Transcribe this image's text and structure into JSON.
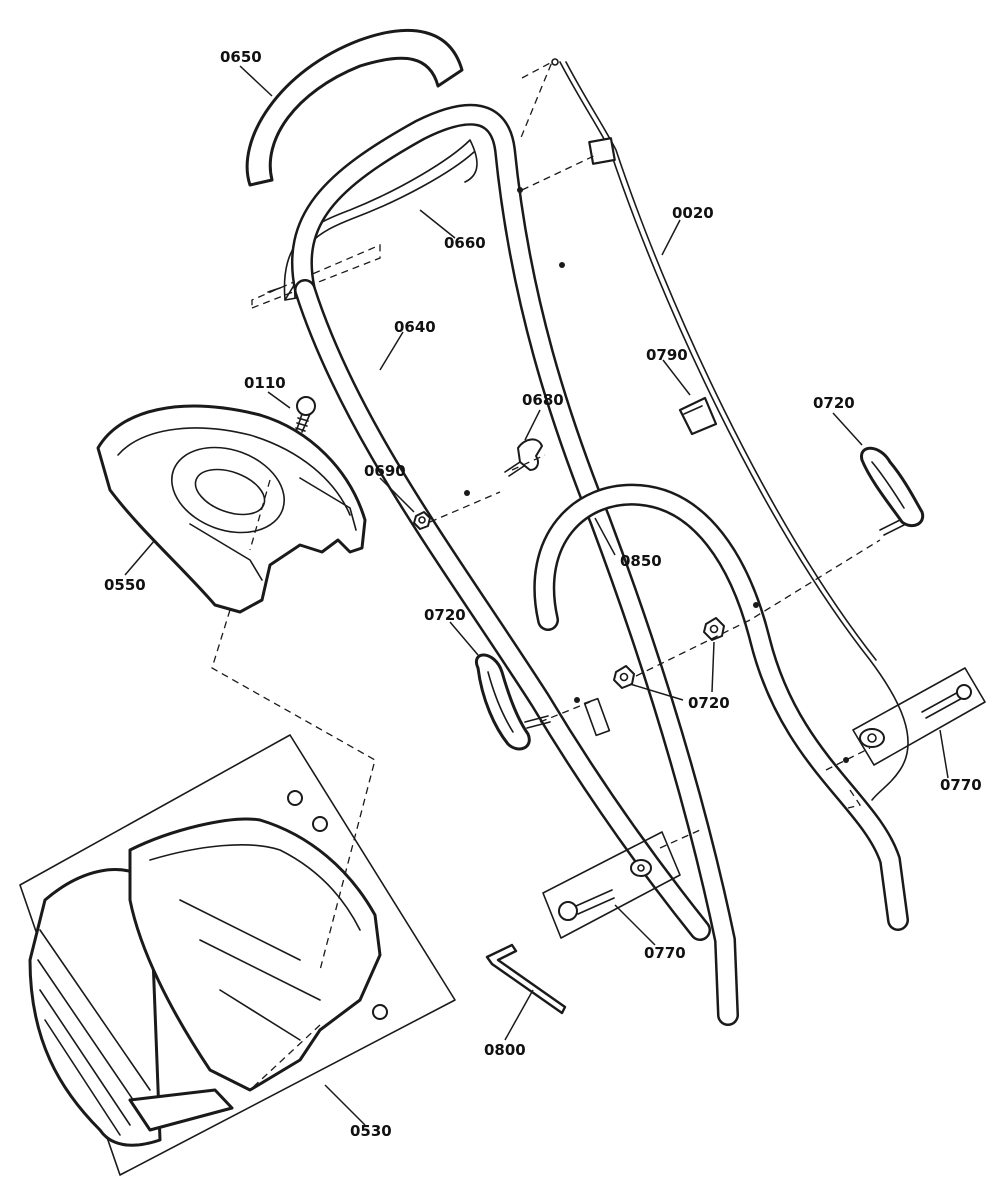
{
  "part_labels": {
    "p0650": "0650",
    "p0660": "0660",
    "p0020": "0020",
    "p0640": "0640",
    "p0110": "0110",
    "p0680": "0680",
    "p0790": "0790",
    "p0720_right": "0720",
    "p0690": "0690",
    "p0550": "0550",
    "p0850": "0850",
    "p0720_left": "0720",
    "p0720_nut": "0720",
    "p0770_right": "0770",
    "p0770_bottom": "0770",
    "p0800": "0800",
    "p0530": "0530"
  },
  "colors": {
    "line": "#1a1a1a",
    "background": "#ffffff"
  }
}
